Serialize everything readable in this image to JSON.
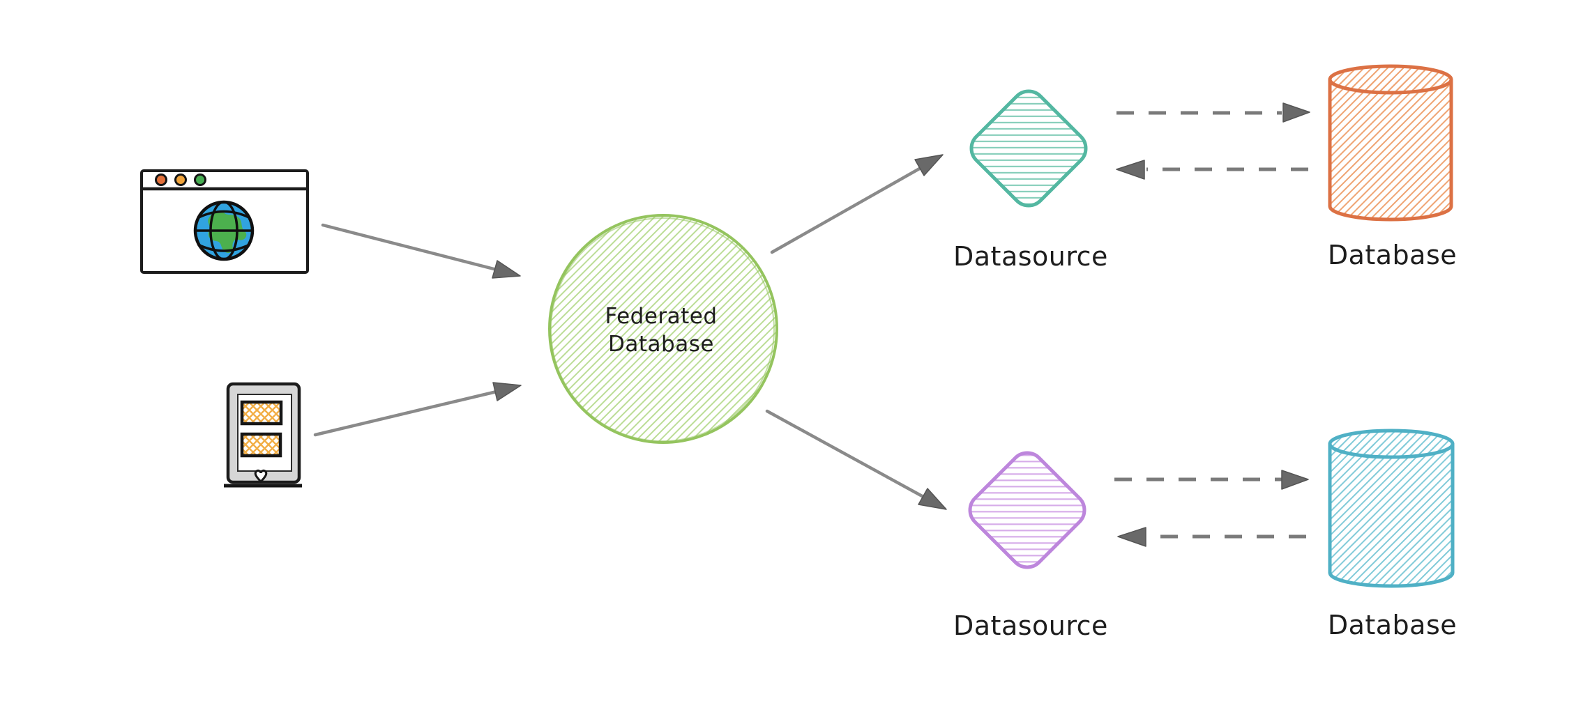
{
  "diagram": {
    "background_color": "#ffffff",
    "clients": {
      "browser": {
        "name": "web-browser",
        "icon": "browser-globe-icon",
        "traffic_dot_colors": [
          "#e2703a",
          "#f0a43c",
          "#47ad52"
        ],
        "globe_colors": {
          "ocean": "#31a3e0",
          "land": "#4cb04e"
        }
      },
      "mobile": {
        "name": "mobile-app",
        "icon": "mobile-device-icon",
        "bezel_color": "#d6d6d6",
        "content_hatch_color": "#f2ae45"
      }
    },
    "hub": {
      "label_line1": "Federated",
      "label_line2": "Database",
      "shape": "circle",
      "stroke_color": "#94c45e",
      "hatch_color": "#b9dc92"
    },
    "flows": [
      {
        "datasource": {
          "label": "Datasource",
          "shape": "diamond",
          "stroke_color": "#53b7a1",
          "hatch_color": "#86ceba"
        },
        "database": {
          "label": "Database",
          "shape": "cylinder",
          "stroke_color": "#dc7144",
          "hatch_color": "#efa473"
        }
      },
      {
        "datasource": {
          "label": "Datasource",
          "shape": "diamond",
          "stroke_color": "#bd86dc",
          "hatch_color": "#d6ade9"
        },
        "database": {
          "label": "Database",
          "shape": "cylinder",
          "stroke_color": "#4fb0c5",
          "hatch_color": "#82cbd9"
        }
      }
    ],
    "edges": [
      {
        "from": "web-browser",
        "to": "federated-database",
        "style": "solid"
      },
      {
        "from": "mobile-app",
        "to": "federated-database",
        "style": "solid"
      },
      {
        "from": "federated-database",
        "to": "datasource-top",
        "style": "solid"
      },
      {
        "from": "federated-database",
        "to": "datasource-bottom",
        "style": "solid"
      },
      {
        "from": "datasource-top",
        "to": "database-top",
        "style": "dashed"
      },
      {
        "from": "database-top",
        "to": "datasource-top",
        "style": "dashed"
      },
      {
        "from": "datasource-bottom",
        "to": "database-bottom",
        "style": "dashed"
      },
      {
        "from": "database-bottom",
        "to": "datasource-bottom",
        "style": "dashed"
      }
    ],
    "arrow_colors": {
      "line": "#8a8a8a",
      "dashed_line": "#7a7a7a",
      "head_fill": "#696969"
    }
  }
}
